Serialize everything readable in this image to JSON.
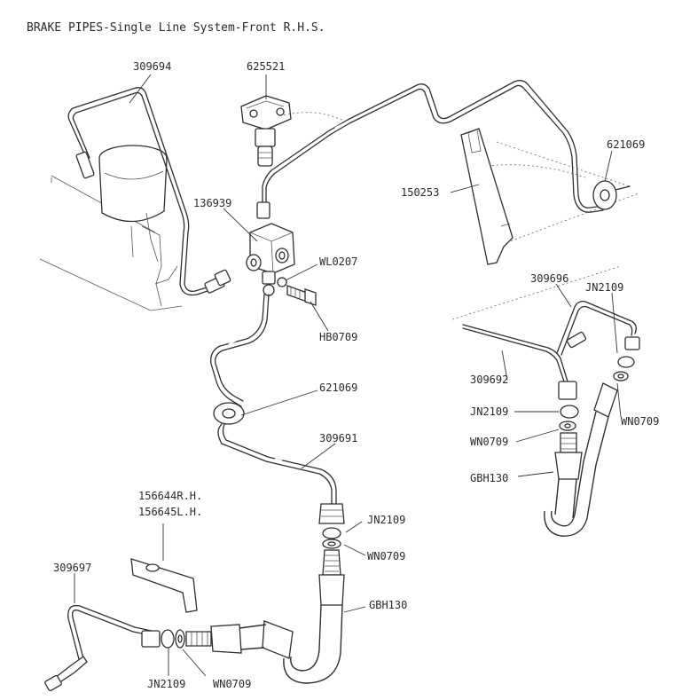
{
  "title": "BRAKE PIPES-Single Line System-Front R.H.S.",
  "labels": {
    "p309694": "309694",
    "p625521": "625521",
    "p621069_top": "621069",
    "p150253": "150253",
    "p136939": "136939",
    "pWL0207": "WL0207",
    "pHB0709": "HB0709",
    "p621069_mid": "621069",
    "p309691": "309691",
    "p309696": "309696",
    "pJN2109_right_top": "JN2109",
    "p309692": "309692",
    "pJN2109_right_mid": "JN2109",
    "pWN0709_right_top": "WN0709",
    "pWN0709_right_mid": "WN0709",
    "pGBH130_right": "GBH130",
    "p156644": "156644R.H.",
    "p156645": "156645L.H.",
    "p309697": "309697",
    "pJN2109_center": "JN2109",
    "pWN0709_center": "WN0709",
    "pGBH130_center": "GBH130",
    "pJN2109_bottom": "JN2109",
    "pWN0709_bottom": "WN0709"
  }
}
